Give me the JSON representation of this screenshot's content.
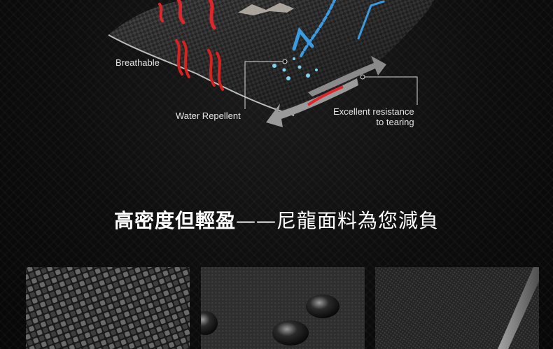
{
  "callouts": {
    "breathable": "Breathable",
    "water_repellent": "Water Repellent",
    "tearing_line1": "Excellent resistance",
    "tearing_line2": "to tearing"
  },
  "headline": {
    "bold_part": "高密度但輕盈",
    "dash": "——",
    "light_part": "尼龍面料為您減負"
  },
  "swatches": [
    {
      "name": "woven-weave-texture"
    },
    {
      "name": "water-droplets-texture"
    },
    {
      "name": "fine-mesh-texture"
    }
  ],
  "colors": {
    "background": "#0c0c0c",
    "heat_red": "#e0262b",
    "air_blue": "#3a9be0",
    "arrow_gray": "#9a9a9a",
    "text": "#ffffff"
  }
}
